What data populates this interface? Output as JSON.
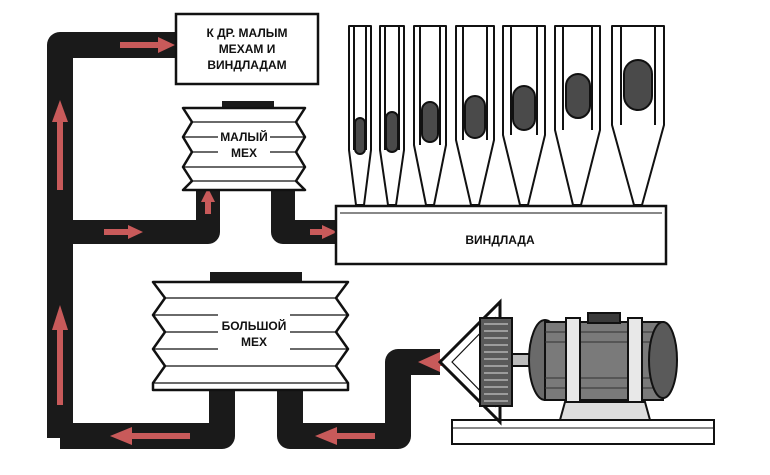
{
  "labels": {
    "to_other_bellows_line1": "К ДР. МАЛЫМ",
    "to_other_bellows_line2": "МЕХАМ И",
    "to_other_bellows_line3": "ВИНДЛАДАМ",
    "small_bellows_line1": "МАЛЫЙ",
    "small_bellows_line2": "МЕХ",
    "windchest": "ВИНДЛАДА",
    "large_bellows_line1": "БОЛЬШОЙ",
    "large_bellows_line2": "МЕХ"
  },
  "colors": {
    "duct": "#1a1a1a",
    "arrow": "#c85a5a",
    "ink": "#111111",
    "pipe_window": "#4a4a4a",
    "motor": "#5a5a5a"
  },
  "pipe_count": 7
}
